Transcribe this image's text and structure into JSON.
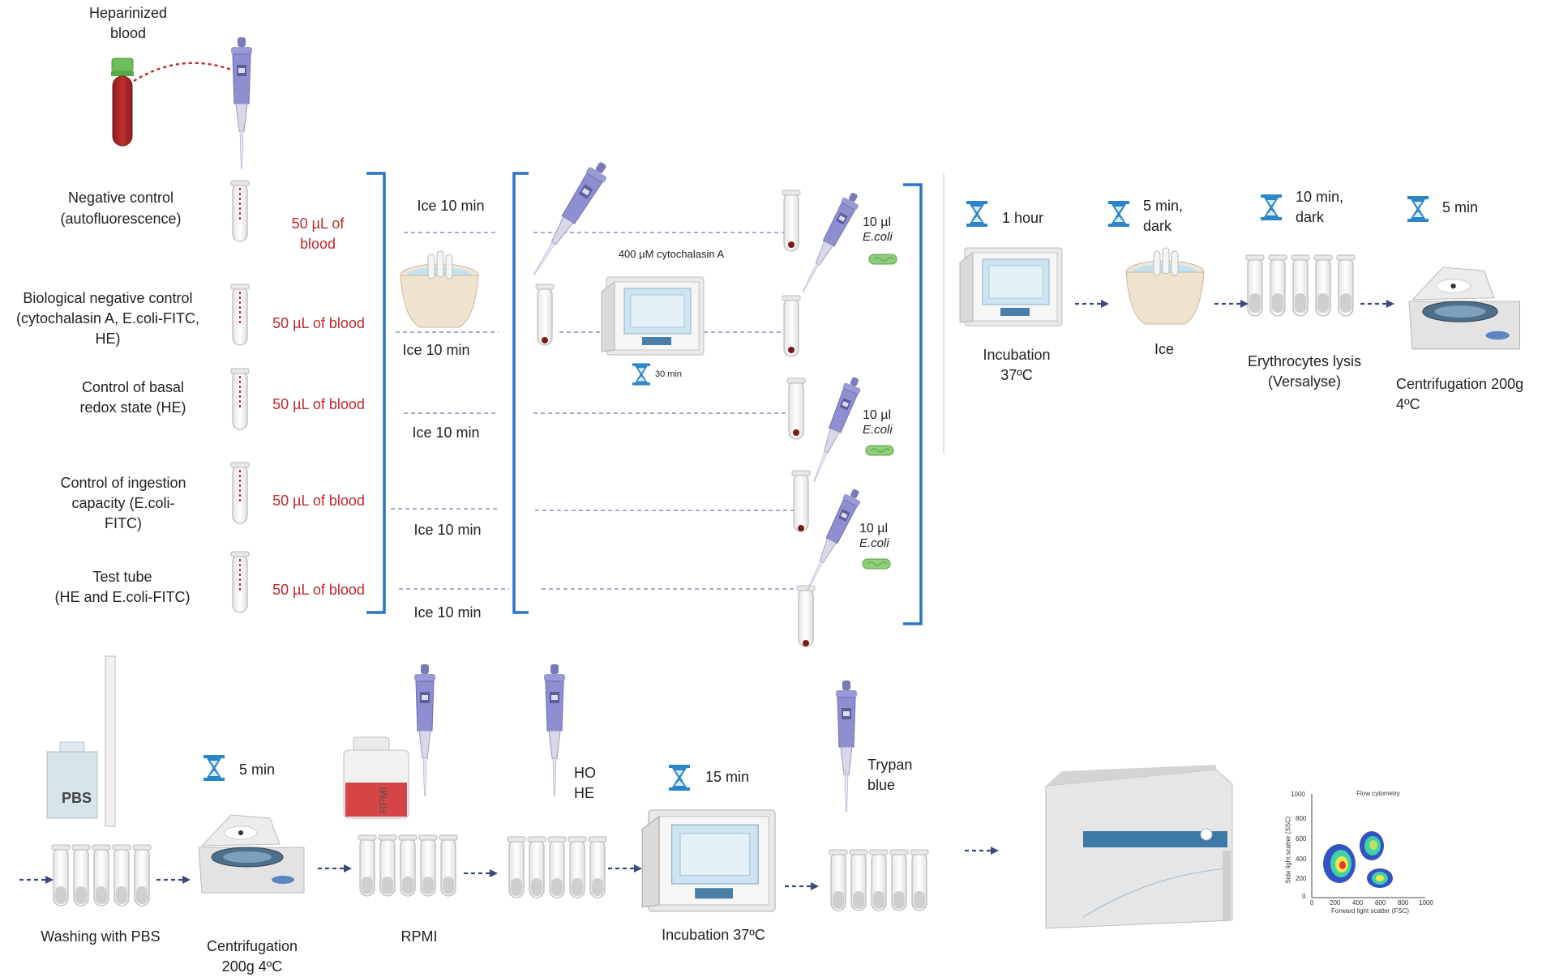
{
  "top": {
    "heparinized": [
      "Heparinized",
      "blood"
    ]
  },
  "rows": [
    {
      "label": [
        "Negative control",
        "(autofluorescence)"
      ],
      "amount": [
        "50 µL of",
        "blood"
      ],
      "ice": "Ice 10 min"
    },
    {
      "label": [
        "Biological negative control",
        "(cytochalasin A, E.coli-FITC,",
        "HE)"
      ],
      "amount": [
        "50 µL of blood"
      ],
      "ice": "Ice 10 min"
    },
    {
      "label": [
        "Control of basal",
        "redox state (HE)"
      ],
      "amount": [
        "50 µL of blood"
      ],
      "ice": "Ice 10 min"
    },
    {
      "label": [
        "Control of ingestion",
        "capacity (E.coli-",
        "FITC)"
      ],
      "amount": [
        "50 µL of blood"
      ],
      "ice": "Ice 10 min"
    },
    {
      "label": [
        "Test tube",
        "(HE and E.coli-FITC)"
      ],
      "amount": [
        "50 µL of blood"
      ],
      "ice": "Ice 10 min"
    }
  ],
  "cytochalasin": {
    "label": "400 µM cytochalasin A",
    "timer": "30 min"
  },
  "ecoli": {
    "volume": "10 µl",
    "name": "E.coli"
  },
  "steps_top": [
    {
      "timer": "1 hour",
      "label": [
        "Incubation",
        "37ºC"
      ]
    },
    {
      "timer": [
        "5 min,",
        "dark"
      ],
      "label": [
        "Ice"
      ]
    },
    {
      "timer": [
        "10 min,",
        "dark"
      ],
      "label": [
        "Erythrocytes  lysis",
        "(Versalyse)"
      ]
    },
    {
      "timer": "5 min",
      "label": [
        "Centrifugation  200g",
        "4ºC"
      ]
    }
  ],
  "steps_bottom": [
    {
      "label": [
        "Washing with  PBS"
      ],
      "bottle": "PBS"
    },
    {
      "timer": "5 min",
      "label": [
        "Centrifugation",
        "200g 4ºC"
      ]
    },
    {
      "label": [
        "RPMI"
      ],
      "bottle": "RPMI"
    },
    {
      "reagent": [
        "HO",
        "HE"
      ]
    },
    {
      "timer": "15 min",
      "label": [
        "Incubation  37ºC"
      ]
    },
    {
      "reagent": [
        "Trypan",
        "blue"
      ]
    }
  ],
  "cytometry": {
    "title": "Flow cytometry",
    "xlabel": "Forward light scatter (FSC)",
    "ylabel": "Side light scatter (SSC)",
    "xticks": [
      "0",
      "200",
      "400",
      "600",
      "800",
      "1000"
    ],
    "yticks": [
      "0",
      "200",
      "400",
      "600",
      "800",
      "1000"
    ]
  },
  "colors": {
    "blood": "#b3272c",
    "tube": "#f4f4f4",
    "pipette": "#8f8fcf",
    "bracket": "#2a74c7",
    "timer": "#2a85c9",
    "arrow": "#3a4a7a",
    "ecoli": "#8fcf7a"
  }
}
